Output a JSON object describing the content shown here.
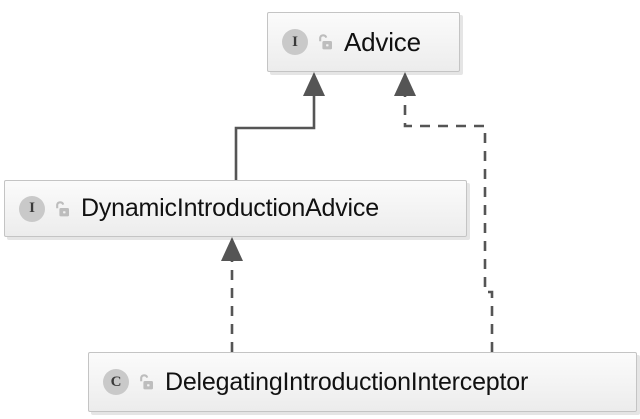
{
  "diagram": {
    "kind": "uml-class-hierarchy",
    "background_color": "#ffffff",
    "line_color": "#555555",
    "node_fill_color": "#f2f2f2",
    "node_border_color": "#c4c4c4",
    "badge_color": "#c9c9c9"
  },
  "nodes": [
    {
      "id": "advice",
      "name": "Advice",
      "stereotype_letter": "I",
      "stereotype_kind": "interface",
      "visibility_icon": "unlocked-padlock-icon",
      "visibility": "public"
    },
    {
      "id": "dynamicintroductionadvice",
      "name": "DynamicIntroductionAdvice",
      "stereotype_letter": "I",
      "stereotype_kind": "interface",
      "visibility_icon": "unlocked-padlock-icon",
      "visibility": "public"
    },
    {
      "id": "delegatingintroductioninterceptor",
      "name": "DelegatingIntroductionInterceptor",
      "stereotype_letter": "C",
      "stereotype_kind": "class",
      "visibility_icon": "unlocked-padlock-icon",
      "visibility": "public"
    }
  ],
  "edges": [
    {
      "id": "edge-dynamicintroductionadvice-to-advice",
      "from": "dynamicintroductionadvice",
      "to": "advice",
      "relation": "generalization",
      "line_style": "solid",
      "arrowhead": "filled-triangle"
    },
    {
      "id": "edge-delegatingintroductioninterceptor-to-advice",
      "from": "delegatingintroductioninterceptor",
      "to": "advice",
      "relation": "realization",
      "line_style": "dashed",
      "arrowhead": "filled-triangle"
    },
    {
      "id": "edge-delegatingintroductioninterceptor-to-dynamicintroductionadvice",
      "from": "delegatingintroductioninterceptor",
      "to": "dynamicintroductionadvice",
      "relation": "realization",
      "line_style": "dashed",
      "arrowhead": "filled-triangle"
    }
  ]
}
